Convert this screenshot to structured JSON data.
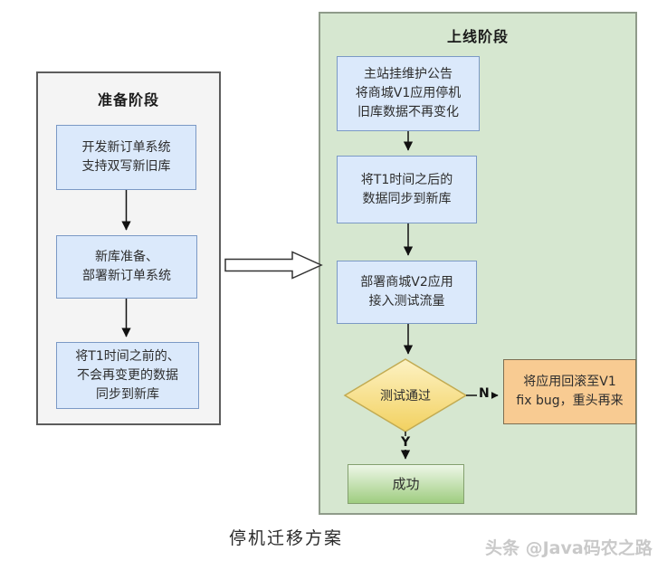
{
  "diagram": {
    "caption": "停机迁移方案",
    "watermark": "头条 @Java码农之路",
    "left_panel": {
      "title": "准备阶段",
      "steps": [
        {
          "lines": [
            "开发新订单系统",
            "支持双写新旧库"
          ]
        },
        {
          "lines": [
            "新库准备、",
            "部署新订单系统"
          ]
        },
        {
          "lines": [
            "将T1时间之前的、",
            "不会再变更的数据",
            "同步到新库"
          ]
        }
      ]
    },
    "right_panel": {
      "title": "上线阶段",
      "steps": [
        {
          "lines": [
            "主站挂维护公告",
            "将商城V1应用停机",
            "旧库数据不再变化"
          ]
        },
        {
          "lines": [
            "将T1时间之后的",
            "数据同步到新库"
          ]
        },
        {
          "lines": [
            "部署商城V2应用",
            "接入测试流量"
          ]
        }
      ],
      "decision": "测试通过",
      "no_label": "N",
      "yes_label": "Y",
      "rollback": {
        "lines": [
          "将应用回滚至V1",
          "fix bug，重头再来"
        ]
      },
      "success": "成功"
    },
    "colors": {
      "panel_left_bg": "#f4f4f4",
      "panel_right_bg": "#d6e7d0",
      "step_box_bg": "#dbe9fb",
      "step_box_border": "#7b99c5",
      "decision_gradient_top": "#fdf2c3",
      "decision_gradient_bottom": "#f2d160",
      "rollback_bg": "#f8cb92",
      "success_gradient_bottom": "#9fcd80"
    }
  }
}
